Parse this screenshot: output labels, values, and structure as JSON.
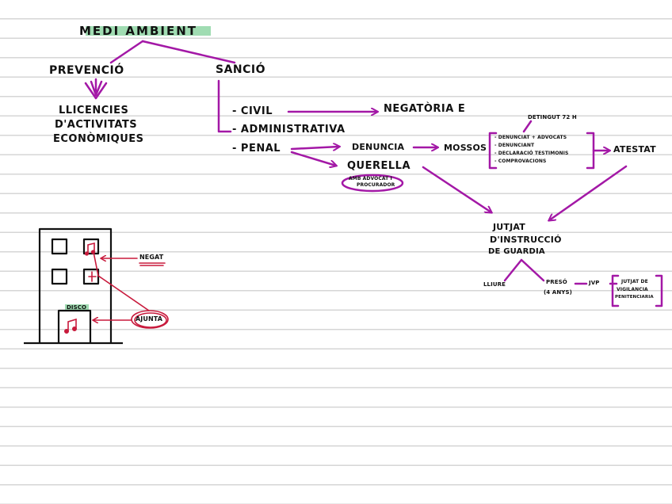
{
  "colors": {
    "purple": "#a318a6",
    "red": "#c81a3c",
    "highlight": "#8fd6a4",
    "ink": "#111111",
    "rule": "#d6d6d6"
  },
  "icons": [
    "building-icon",
    "music-note-icon"
  ],
  "title": "MEDI AMBIENT",
  "prevencio": {
    "label": "PREVENCIÓ",
    "lines": [
      "LLICENCIES",
      "D'ACTIVITATS",
      "ECONÒMIQUES"
    ]
  },
  "sancio": {
    "label": "SANCIÓ",
    "civil": "- CIVIL",
    "administrativa": "- ADMINISTRATIVA",
    "penal": "- PENAL",
    "negatoria": "NEGATÒRIA E",
    "denuncia": "DENUNCIA",
    "mossos": "MOSSOS",
    "querella": "QUERELLA",
    "querella_note_1": "AMB ADVOCAT I",
    "querella_note_2": "PROCURADOR",
    "detingut": "DETINGUT 72 h",
    "bracket_items": [
      "- DENUNCIAT + ADVOCATS",
      "- DENUNCIANT",
      "- DECLARACIÓ TESTIMONIS",
      "- COMPROVACIONS"
    ],
    "atestat": "ATESTAT",
    "jutjat_lines": [
      "JUTJAT",
      "D'INSTRUCCIÓ",
      "DE GUARDIA"
    ],
    "lliure": "LLIURE",
    "preso": "PRESÓ",
    "preso_years": "(4 ANYS)",
    "jvp": "JVP",
    "vigilancia_lines": [
      "JUTJAT DE",
      "VIGILANCIA",
      "PENITENCIARIA"
    ]
  },
  "drawing": {
    "disco": "DISCO",
    "negat": "NEGAT",
    "ajunta": "AJUNTA"
  }
}
